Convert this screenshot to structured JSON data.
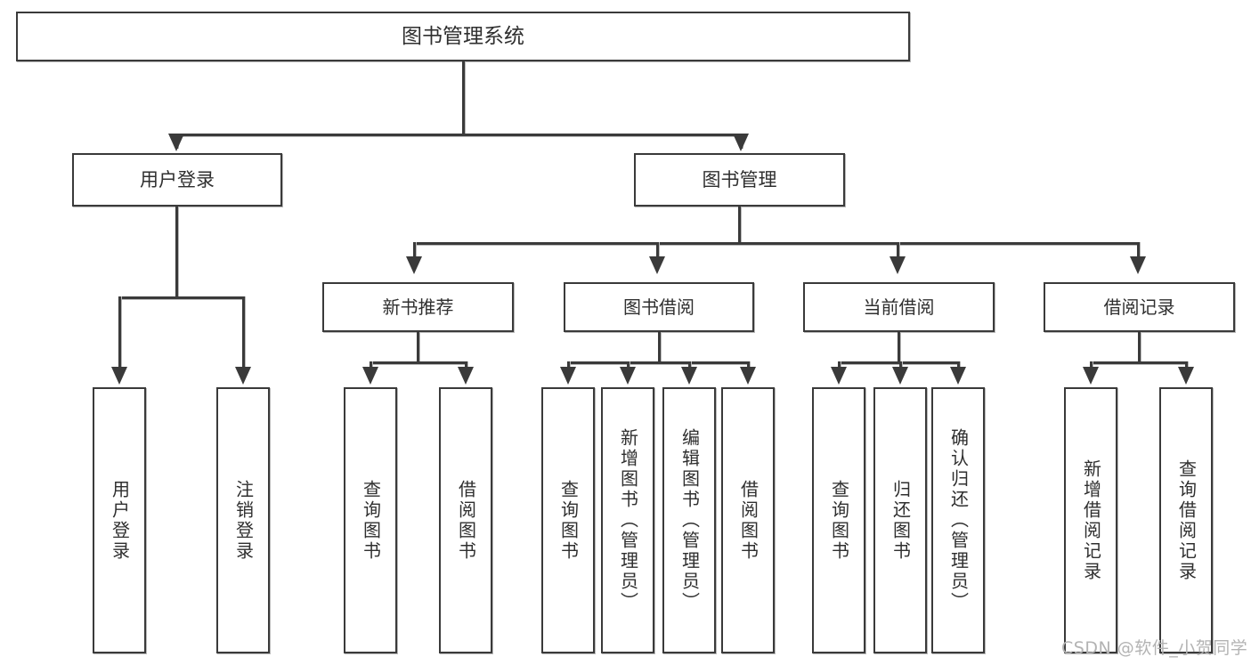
{
  "diagram": {
    "type": "tree-hierarchy",
    "title": "图书管理系统",
    "root": {
      "label": "图书管理系统"
    },
    "level1": [
      {
        "id": "user-login",
        "label": "用户登录"
      },
      {
        "id": "book-management",
        "label": "图书管理"
      }
    ],
    "level2": [
      {
        "id": "new-book-recommend",
        "label": "新书推荐",
        "parent": "book-management"
      },
      {
        "id": "book-borrow",
        "label": "图书借阅",
        "parent": "book-management"
      },
      {
        "id": "current-borrow",
        "label": "当前借阅",
        "parent": "book-management"
      },
      {
        "id": "borrow-record",
        "label": "借阅记录",
        "parent": "book-management"
      }
    ],
    "leaves": {
      "user-login": [
        {
          "id": "leaf-user-login",
          "label": "用户登录"
        },
        {
          "id": "leaf-logout",
          "label": "注销登录"
        }
      ],
      "new-book-recommend": [
        {
          "id": "leaf-query-book-1",
          "label": "查询图书"
        },
        {
          "id": "leaf-borrow-book-1",
          "label": "借阅图书"
        }
      ],
      "book-borrow": [
        {
          "id": "leaf-query-book-2",
          "label": "查询图书"
        },
        {
          "id": "leaf-add-book",
          "label": "新增图书（管理员）"
        },
        {
          "id": "leaf-edit-book",
          "label": "编辑图书（管理员）"
        },
        {
          "id": "leaf-borrow-book-2",
          "label": "借阅图书"
        }
      ],
      "current-borrow": [
        {
          "id": "leaf-query-book-3",
          "label": "查询图书"
        },
        {
          "id": "leaf-return-book",
          "label": "归还图书"
        },
        {
          "id": "leaf-confirm-return",
          "label": "确认归还（管理员）"
        }
      ],
      "borrow-record": [
        {
          "id": "leaf-add-record",
          "label": "新增借阅记录"
        },
        {
          "id": "leaf-query-record",
          "label": "查询借阅记录"
        }
      ]
    }
  },
  "watermark": {
    "text": "CSDN @软件_小贺同学"
  },
  "colors": {
    "border": "#3a3a3a",
    "background": "#ffffff",
    "text": "#2f2f2f",
    "watermark": "#b3b3b3",
    "shadow": "#b9b9b9"
  }
}
